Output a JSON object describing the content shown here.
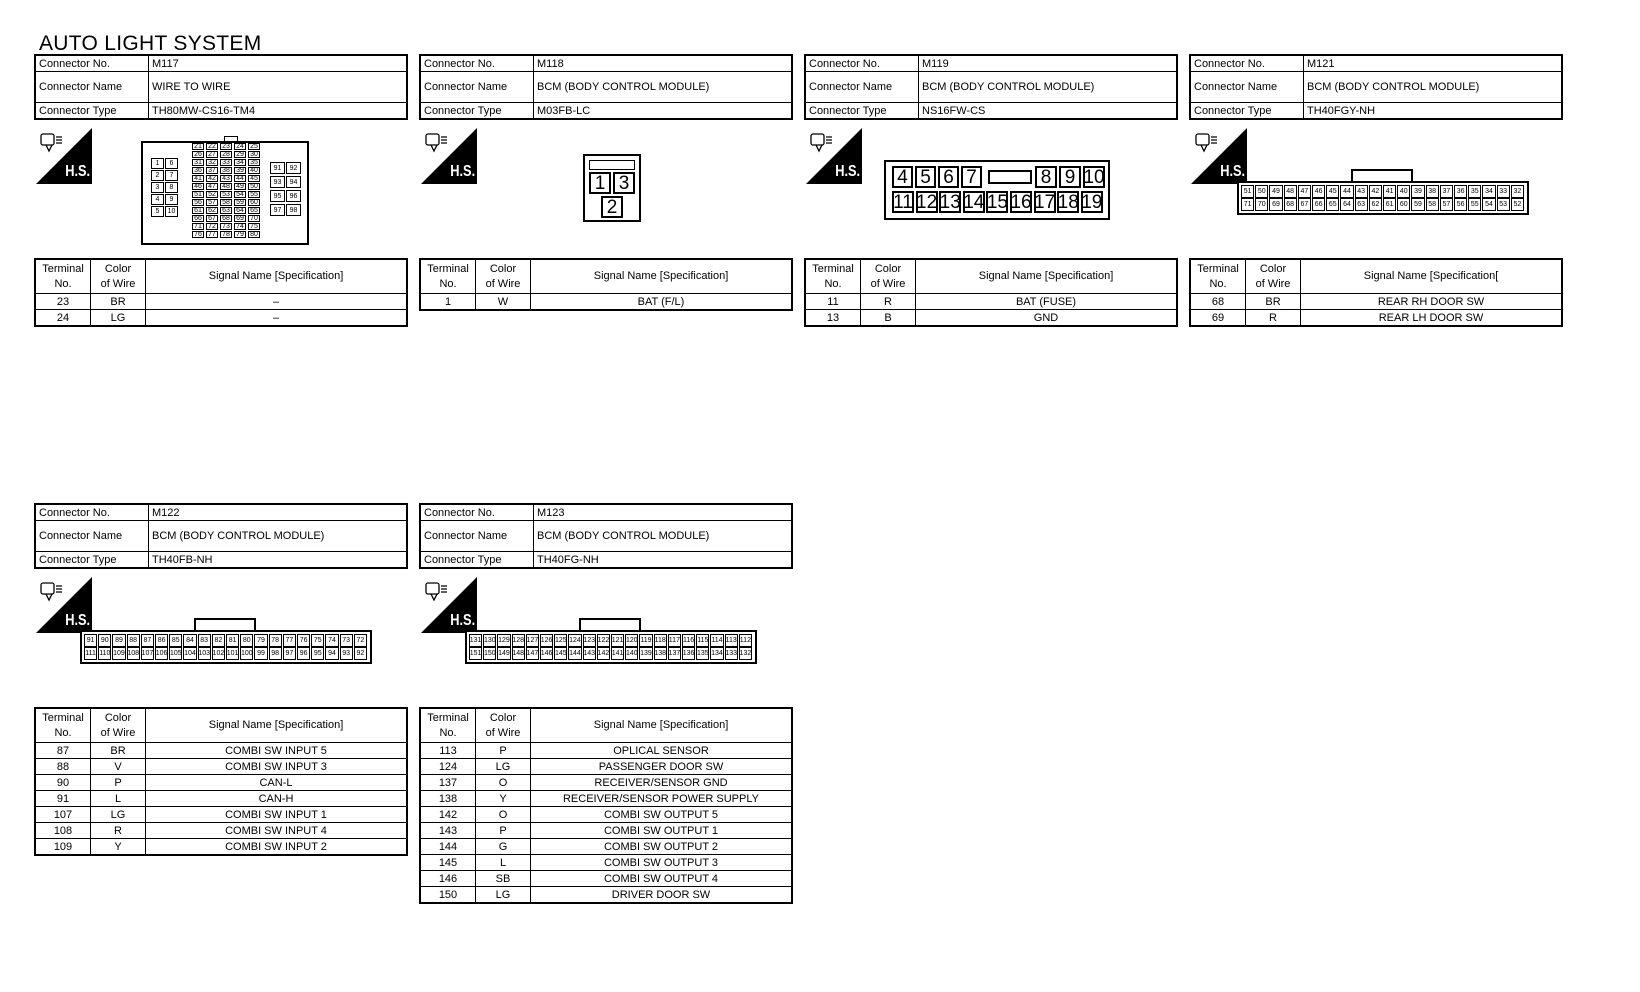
{
  "page_title": "AUTO LIGHT SYSTEM",
  "labels": {
    "connector_no": "Connector No.",
    "connector_name": "Connector Name",
    "connector_type": "Connector Type",
    "terminal_no_1": "Terminal",
    "terminal_no_2": "No.",
    "color_1": "Color",
    "color_2": "of Wire",
    "signal": "Signal Name [Specification]",
    "hs": "H.S."
  },
  "connectors": [
    {
      "no": "M117",
      "name": "WIRE TO WIRE",
      "type": "TH80MW-CS16-TM4",
      "signal_header": "Signal Name [Specification]",
      "rows": [
        [
          "23",
          "BR",
          "–"
        ],
        [
          "24",
          "LG",
          "–"
        ]
      ],
      "pin_rows": [
        [
          "1",
          "6"
        ],
        [
          "2",
          "7"
        ],
        [
          "3",
          "8"
        ],
        [
          "4",
          "9"
        ],
        [
          "5",
          "10"
        ]
      ],
      "pin_right": [
        [
          "91",
          "92"
        ],
        [
          "93",
          "94"
        ],
        [
          "95",
          "96"
        ],
        [
          "97",
          "98"
        ]
      ],
      "pin_mid": [
        "21",
        "22",
        "23",
        "24",
        "25",
        "26",
        "27",
        "28",
        "29",
        "30",
        "31",
        "32",
        "33",
        "34",
        "35",
        "36",
        "37",
        "38",
        "39",
        "40",
        "41",
        "42",
        "43",
        "44",
        "45",
        "46",
        "47",
        "48",
        "49",
        "50",
        "51",
        "52",
        "53",
        "54",
        "55",
        "56",
        "57",
        "58",
        "59",
        "60",
        "61",
        "62",
        "63",
        "64",
        "65",
        "66",
        "67",
        "68",
        "69",
        "70",
        "71",
        "72",
        "73",
        "74",
        "75",
        "76",
        "77",
        "78",
        "79",
        "80"
      ]
    },
    {
      "no": "M118",
      "name": "BCM (BODY CONTROL MODULE)",
      "type": "M03FB-LC",
      "signal_header": "Signal Name [Specification]",
      "rows": [
        [
          "1",
          "W",
          "BAT (F/L)"
        ]
      ],
      "pins_top": [
        "1",
        "3"
      ],
      "pins_bottom": [
        "2"
      ]
    },
    {
      "no": "M119",
      "name": "BCM (BODY CONTROL MODULE)",
      "type": "NS16FW-CS",
      "signal_header": "Signal Name [Specification]",
      "rows": [
        [
          "11",
          "R",
          "BAT (FUSE)"
        ],
        [
          "13",
          "B",
          "GND"
        ]
      ],
      "pins_top_left": [
        "4",
        "5",
        "6",
        "7"
      ],
      "pins_top_right": [
        "8",
        "9",
        "10"
      ],
      "pins_bottom": [
        "11",
        "12",
        "13",
        "14",
        "15",
        "16",
        "17",
        "18",
        "19"
      ]
    },
    {
      "no": "M121",
      "name": "BCM (BODY CONTROL MODULE)",
      "type": "TH40FGY-NH",
      "signal_header": "Signal Name [Specification[",
      "rows": [
        [
          "68",
          "BR",
          "REAR RH DOOR SW"
        ],
        [
          "69",
          "R",
          "REAR LH DOOR SW"
        ]
      ],
      "pins_top": [
        "51",
        "50",
        "49",
        "48",
        "47",
        "46",
        "45",
        "44",
        "43",
        "42",
        "41",
        "40",
        "39",
        "38",
        "37",
        "36",
        "35",
        "34",
        "33",
        "32"
      ],
      "pins_bottom": [
        "71",
        "70",
        "69",
        "68",
        "67",
        "66",
        "65",
        "64",
        "63",
        "62",
        "61",
        "60",
        "59",
        "58",
        "57",
        "56",
        "55",
        "54",
        "53",
        "52"
      ]
    },
    {
      "no": "M122",
      "name": "BCM (BODY CONTROL MODULE)",
      "type": "TH40FB-NH",
      "signal_header": "Signal Name [Specification]",
      "rows": [
        [
          "87",
          "BR",
          "COMBI SW INPUT 5"
        ],
        [
          "88",
          "V",
          "COMBI SW INPUT 3"
        ],
        [
          "90",
          "P",
          "CAN-L"
        ],
        [
          "91",
          "L",
          "CAN-H"
        ],
        [
          "107",
          "LG",
          "COMBI SW INPUT 1"
        ],
        [
          "108",
          "R",
          "COMBI SW INPUT 4"
        ],
        [
          "109",
          "Y",
          "COMBI SW INPUT 2"
        ]
      ],
      "pins_top": [
        "91",
        "90",
        "89",
        "88",
        "87",
        "86",
        "85",
        "84",
        "83",
        "82",
        "81",
        "80",
        "79",
        "78",
        "77",
        "76",
        "75",
        "74",
        "73",
        "72"
      ],
      "pins_bottom": [
        "111",
        "110",
        "109",
        "108",
        "107",
        "106",
        "105",
        "104",
        "103",
        "102",
        "101",
        "100",
        "99",
        "98",
        "97",
        "96",
        "95",
        "94",
        "93",
        "92"
      ]
    },
    {
      "no": "M123",
      "name": "BCM (BODY CONTROL MODULE)",
      "type": "TH40FG-NH",
      "signal_header": "Signal Name [Specification]",
      "rows": [
        [
          "113",
          "P",
          "OPLICAL SENSOR"
        ],
        [
          "124",
          "LG",
          "PASSENGER DOOR SW"
        ],
        [
          "137",
          "O",
          "RECEIVER/SENSOR GND"
        ],
        [
          "138",
          "Y",
          "RECEIVER/SENSOR POWER SUPPLY"
        ],
        [
          "142",
          "O",
          "COMBI SW OUTPUT 5"
        ],
        [
          "143",
          "P",
          "COMBI SW OUTPUT 1"
        ],
        [
          "144",
          "G",
          "COMBI SW OUTPUT 2"
        ],
        [
          "145",
          "L",
          "COMBI SW OUTPUT 3"
        ],
        [
          "146",
          "SB",
          "COMBI SW OUTPUT 4"
        ],
        [
          "150",
          "LG",
          "DRIVER DOOR SW"
        ]
      ],
      "pins_top": [
        "131",
        "130",
        "129",
        "128",
        "127",
        "126",
        "125",
        "124",
        "123",
        "122",
        "121",
        "120",
        "119",
        "118",
        "117",
        "116",
        "115",
        "114",
        "113",
        "112"
      ],
      "pins_bottom": [
        "151",
        "150",
        "149",
        "148",
        "147",
        "146",
        "145",
        "144",
        "143",
        "142",
        "141",
        "140",
        "139",
        "138",
        "137",
        "136",
        "135",
        "134",
        "133",
        "132"
      ]
    }
  ]
}
